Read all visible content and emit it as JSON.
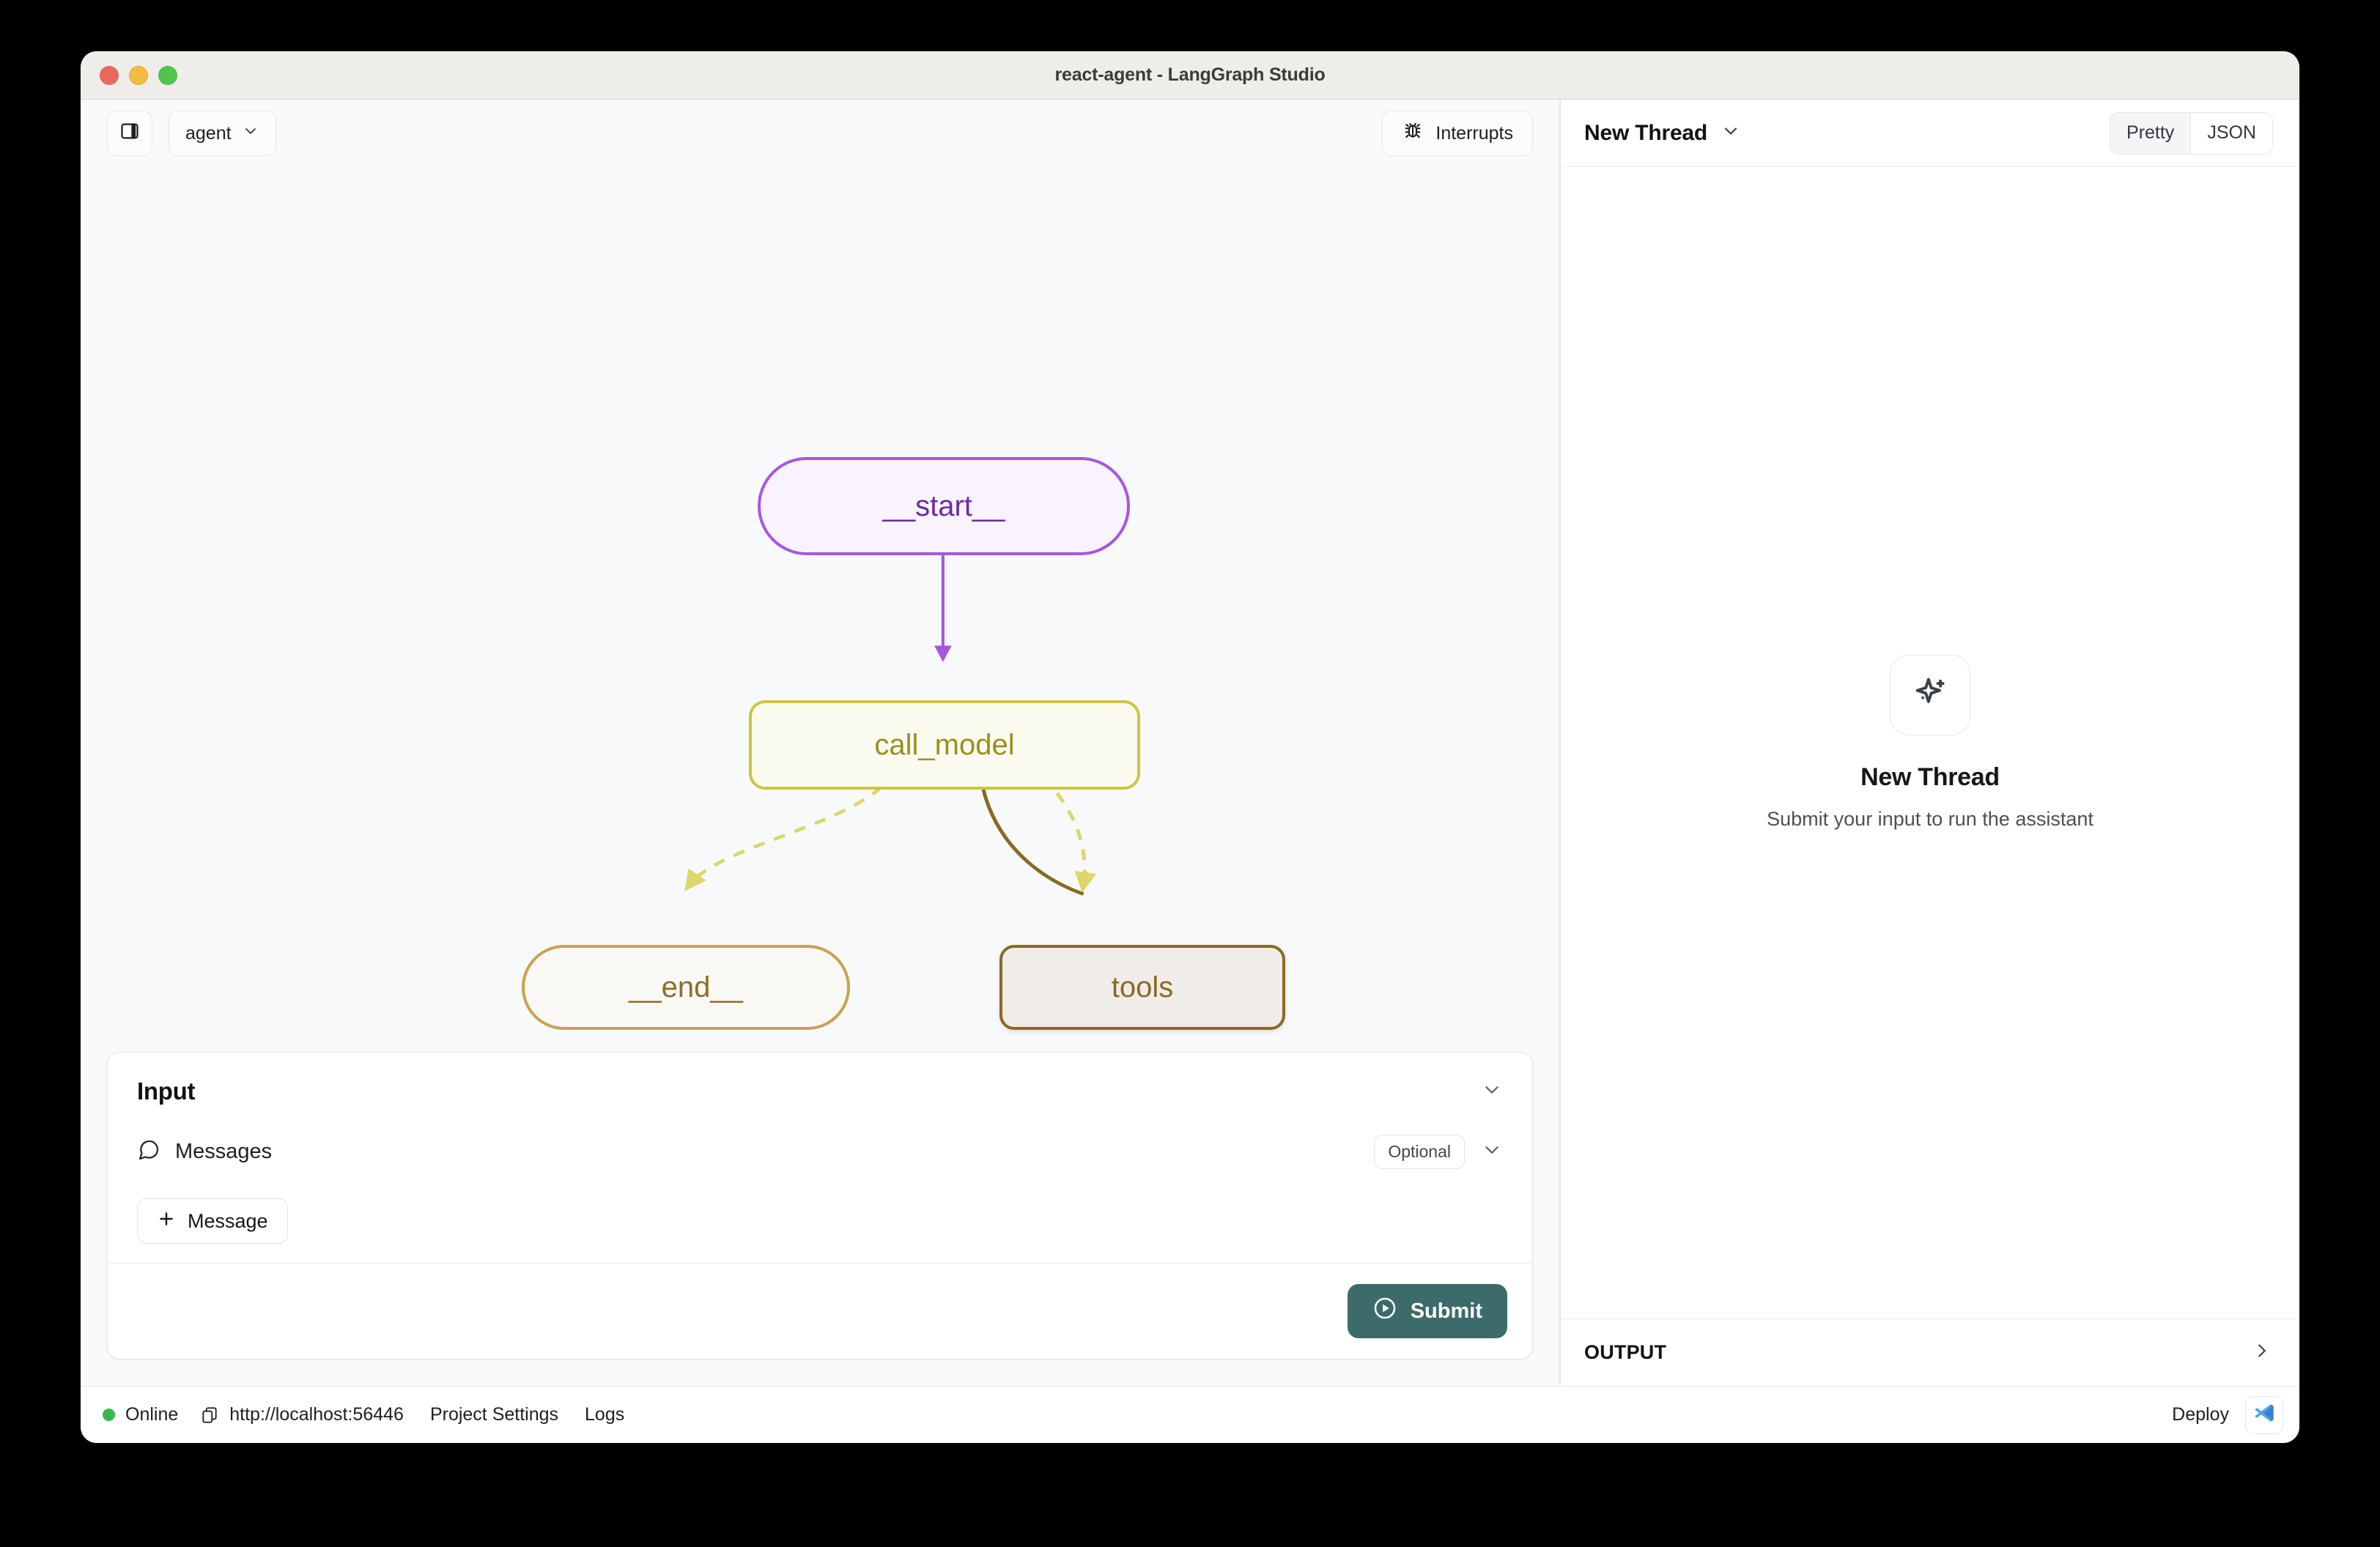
{
  "window": {
    "title": "react-agent - LangGraph Studio",
    "traffic_lights": [
      "close-red",
      "minimize-yellow",
      "maximize-green"
    ]
  },
  "left_toolbar": {
    "sidebar_toggle_icon": "panel-left-icon",
    "assistant_label": "agent",
    "assistant_chevron_icon": "chevron-down-icon",
    "interrupts_label": "Interrupts",
    "interrupts_icon": "bug-icon"
  },
  "graph": {
    "nodes": [
      {
        "id": "start",
        "label": "__start__",
        "shape": "pill",
        "border": "#a855e0",
        "fill": "#f8f3fd",
        "text": "#6d28a8"
      },
      {
        "id": "call_model",
        "label": "call_model",
        "shape": "rect",
        "border": "#cfc441",
        "fill": "#fbfaef",
        "text": "#9a8f20"
      },
      {
        "id": "end",
        "label": "__end__",
        "shape": "pill",
        "border": "#c9a24e",
        "fill": "#faf8f5",
        "text": "#8c6e24"
      },
      {
        "id": "tools",
        "label": "tools",
        "shape": "rect",
        "border": "#8a6a22",
        "fill": "#f0ede8",
        "text": "#8a6a22"
      }
    ],
    "edges": [
      {
        "from": "start",
        "to": "call_model",
        "style": "solid",
        "color": "#a855e0"
      },
      {
        "from": "call_model",
        "to": "end",
        "style": "dashed",
        "color": "#ded66a"
      },
      {
        "from": "call_model",
        "to": "tools",
        "style": "dashed",
        "color": "#ded66a"
      },
      {
        "from": "tools",
        "to": "call_model",
        "style": "solid",
        "color": "#8a6a22"
      }
    ]
  },
  "input_panel": {
    "title": "Input",
    "collapse_icon": "chevron-down-icon",
    "messages_label": "Messages",
    "messages_icon": "message-bubble-icon",
    "optional_badge": "Optional",
    "messages_chevron_icon": "chevron-down-icon",
    "add_message_label": "Message",
    "add_message_icon": "plus-icon",
    "submit_label": "Submit",
    "submit_icon": "play-circle-icon",
    "submit_color": "#3d6a6a"
  },
  "right_panel": {
    "thread_label": "New Thread",
    "thread_chevron_icon": "chevron-down-icon",
    "view_modes": [
      {
        "label": "Pretty",
        "active": true
      },
      {
        "label": "JSON",
        "active": false
      }
    ],
    "empty_state": {
      "icon": "sparkles-icon",
      "title": "New Thread",
      "subtitle": "Submit your input to run the assistant"
    },
    "output_label": "OUTPUT",
    "output_expand_icon": "chevron-right-icon"
  },
  "status_bar": {
    "status_text": "Online",
    "status_color": "#35b84d",
    "copy_icon": "copy-icon",
    "server_url": "http://localhost:56446",
    "project_settings_label": "Project Settings",
    "logs_label": "Logs",
    "deploy_label": "Deploy",
    "vscode_icon": "vscode-icon"
  }
}
